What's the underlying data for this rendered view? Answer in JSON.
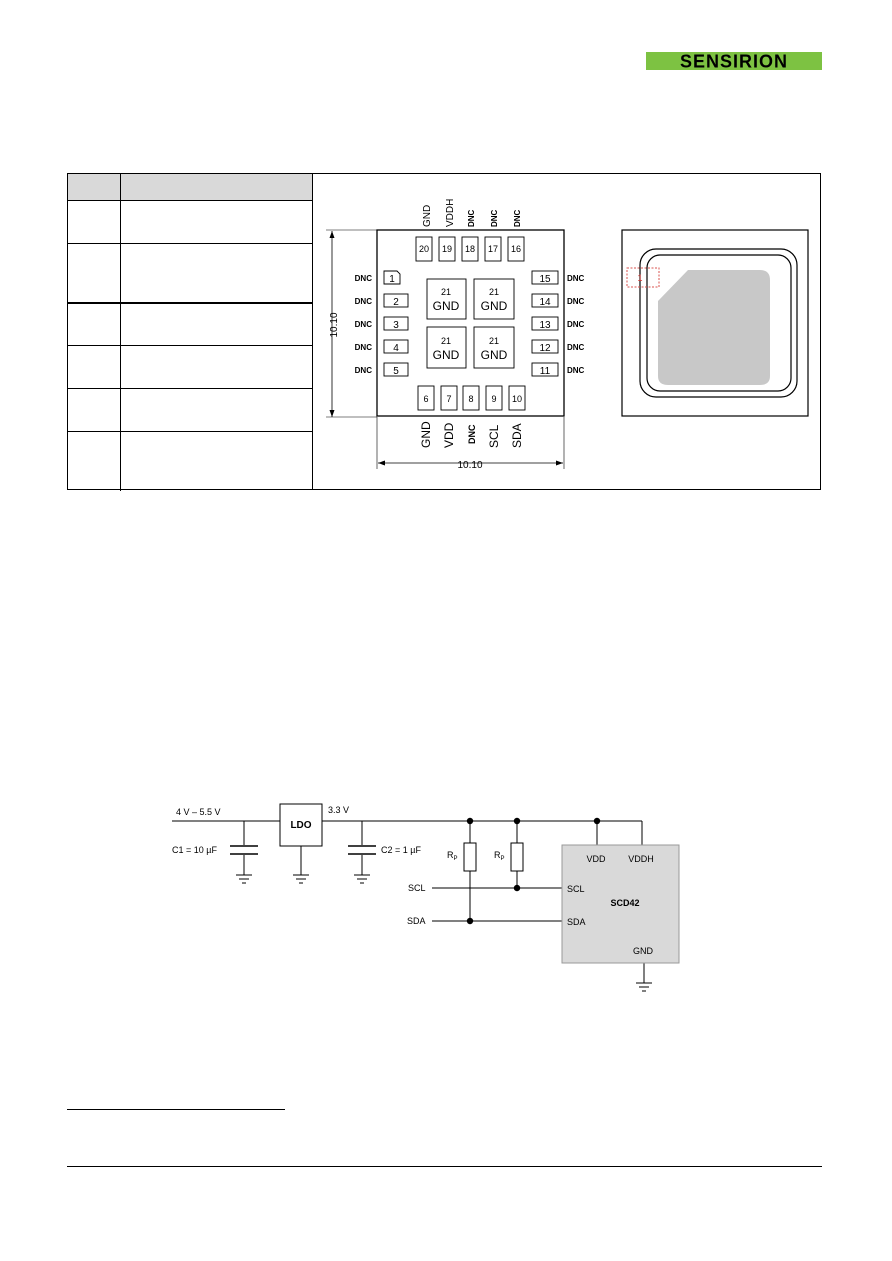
{
  "header": {
    "logo_text": "SENSIRION",
    "logo_color": "#7dc242"
  },
  "package": {
    "pins_left": [
      {
        "num": "1",
        "label": "DNC"
      },
      {
        "num": "2",
        "label": "DNC"
      },
      {
        "num": "3",
        "label": "DNC"
      },
      {
        "num": "4",
        "label": "DNC"
      },
      {
        "num": "5",
        "label": "DNC"
      }
    ],
    "pins_right": [
      {
        "num": "15",
        "label": "DNC"
      },
      {
        "num": "14",
        "label": "DNC"
      },
      {
        "num": "13",
        "label": "DNC"
      },
      {
        "num": "12",
        "label": "DNC"
      },
      {
        "num": "11",
        "label": "DNC"
      }
    ],
    "pins_top": [
      {
        "num": "20",
        "label": "GND"
      },
      {
        "num": "19",
        "label": "VDDH"
      },
      {
        "num": "18",
        "label": "DNC"
      },
      {
        "num": "17",
        "label": "DNC"
      },
      {
        "num": "16",
        "label": "DNC"
      }
    ],
    "pins_bottom": [
      {
        "num": "6",
        "label": "GND"
      },
      {
        "num": "7",
        "label": "VDD"
      },
      {
        "num": "8",
        "label": "DNC"
      },
      {
        "num": "9",
        "label": "SCL"
      },
      {
        "num": "10",
        "label": "SDA"
      }
    ],
    "center_pads": [
      {
        "num": "21",
        "label": "GND"
      },
      {
        "num": "21",
        "label": "GND"
      },
      {
        "num": "21",
        "label": "GND"
      },
      {
        "num": "21",
        "label": "GND"
      }
    ],
    "dim_height": "10.10",
    "dim_width": "10.10",
    "top_view_pin": "1"
  },
  "schematic": {
    "input_label": "4 V – 5.5 V",
    "c1_label": "C1 = 10 µF",
    "ldo_label": "LDO",
    "v33_label": "3.3 V",
    "c2_label": "C2 = 1 µF",
    "rp_main": "R",
    "rp_sub": "P",
    "scl_label": "SCL",
    "sda_label": "SDA",
    "chip": {
      "name": "SCD42",
      "vdd": "VDD",
      "vddh": "VDDH",
      "scl": "SCL",
      "sda": "SDA",
      "gnd": "GND",
      "fill": "#d9d9d9"
    }
  }
}
